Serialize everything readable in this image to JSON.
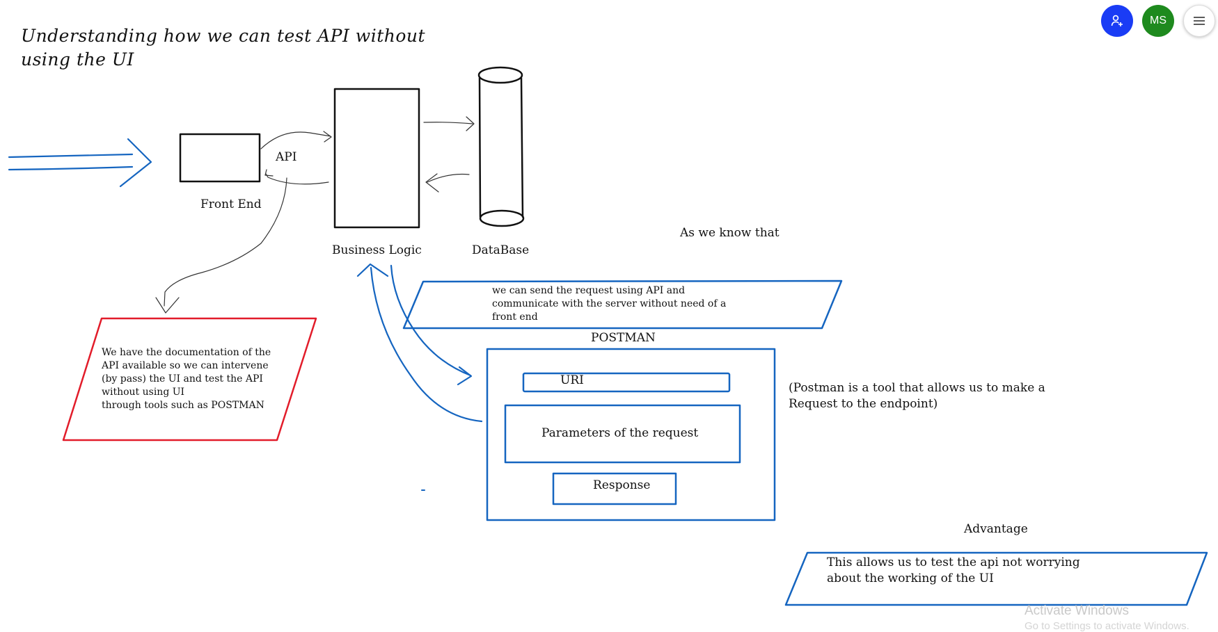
{
  "title": "Understanding  how we can test API  without\nusing the UI",
  "labels": {
    "api": "API",
    "front_end": "Front End",
    "business_logic": "Business Logic",
    "database": "DataBase",
    "as_we_know": "As we know that",
    "postman": "POSTMAN",
    "uri": "URI",
    "parameters": "Parameters of the request",
    "response": "Response",
    "advantage": "Advantage"
  },
  "notes": {
    "red_box": "We have the documentation of the\nAPI available so we can intervene\n (by pass) the UI and test the API\n without using UI\nthrough tools such as POSTMAN",
    "request_box": "we can send the request using API and\ncommunicate with the server without need of a\nfront end",
    "postman_desc": "(Postman is a tool that allows us to make a\nRequest to the endpoint)",
    "advantage_box": "This allows us to test the api not worrying\nabout the working of the UI"
  },
  "toolbar": {
    "avatar_initials": "MS",
    "add_user_icon": "person-add-icon",
    "menu_icon": "hamburger-menu-icon"
  },
  "watermark": {
    "line1": "Activate Windows",
    "line2": "Go to Settings to activate Windows."
  },
  "colors": {
    "blue": "#1565c0",
    "red": "#e21c2a",
    "black": "#111111",
    "avatar_green": "#1e8a1e",
    "add_blue": "#1a3cf5"
  }
}
